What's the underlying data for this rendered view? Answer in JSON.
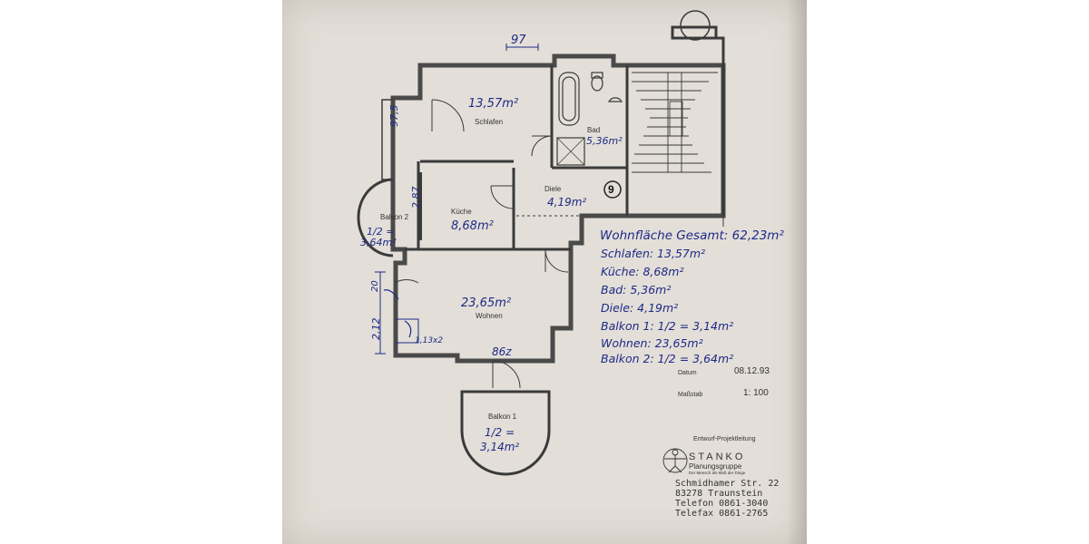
{
  "dimensions": {
    "top_opening": "97",
    "balkon2_left": "97,5",
    "kitchen_wall": "2,87",
    "living_door_left": "20",
    "living_left": "2,12",
    "living_window": "1,13x2",
    "living_bottom": "86z"
  },
  "rooms": {
    "schlafen": {
      "label": "Schlafen",
      "area": "13,57m²"
    },
    "bad": {
      "label": "Bad",
      "area": "5,36m²"
    },
    "diele": {
      "label": "Diele",
      "area": "4,19m²",
      "marker": "9"
    },
    "kueche": {
      "label": "Küche",
      "area": "8,68m²"
    },
    "balkon2": {
      "label": "Balkon 2",
      "area_line1": "1/2 =",
      "area_line2": "3,64m²"
    },
    "wohnen": {
      "label": "Wohnen",
      "area": "23,65m²"
    },
    "balkon1": {
      "label": "Balkon 1",
      "area_line1": "1/2 =",
      "area_line2": "3,14m²"
    }
  },
  "summary": {
    "total": "Wohnfläche Gesamt: 62,23m²",
    "lines": [
      "Schlafen: 13,57m²",
      "Küche: 8,68m²",
      "Bad: 5,36m²",
      "Diele: 4,19m²",
      "Balkon 1: 1/2 = 3,14m²",
      "Wohnen: 23,65m²",
      "Balkon 2: 1/2 = 3,64m²"
    ]
  },
  "title_block": {
    "datum_label": "Datum",
    "datum_value": "08.12.93",
    "massstab_label": "Maßstab",
    "massstab_value": "1: 100",
    "entwurf": "Entwurf-Projektleitung",
    "company": "STANKO",
    "subtitle": "Planungsgruppe",
    "tagline": "Der Mensch als Maß der Dinge",
    "street": "Schmidhamer Str. 22",
    "city": "83278 Traunstein",
    "telefon": "Telefon 0861-3040",
    "telefax": "Telefax 0861-2765"
  }
}
